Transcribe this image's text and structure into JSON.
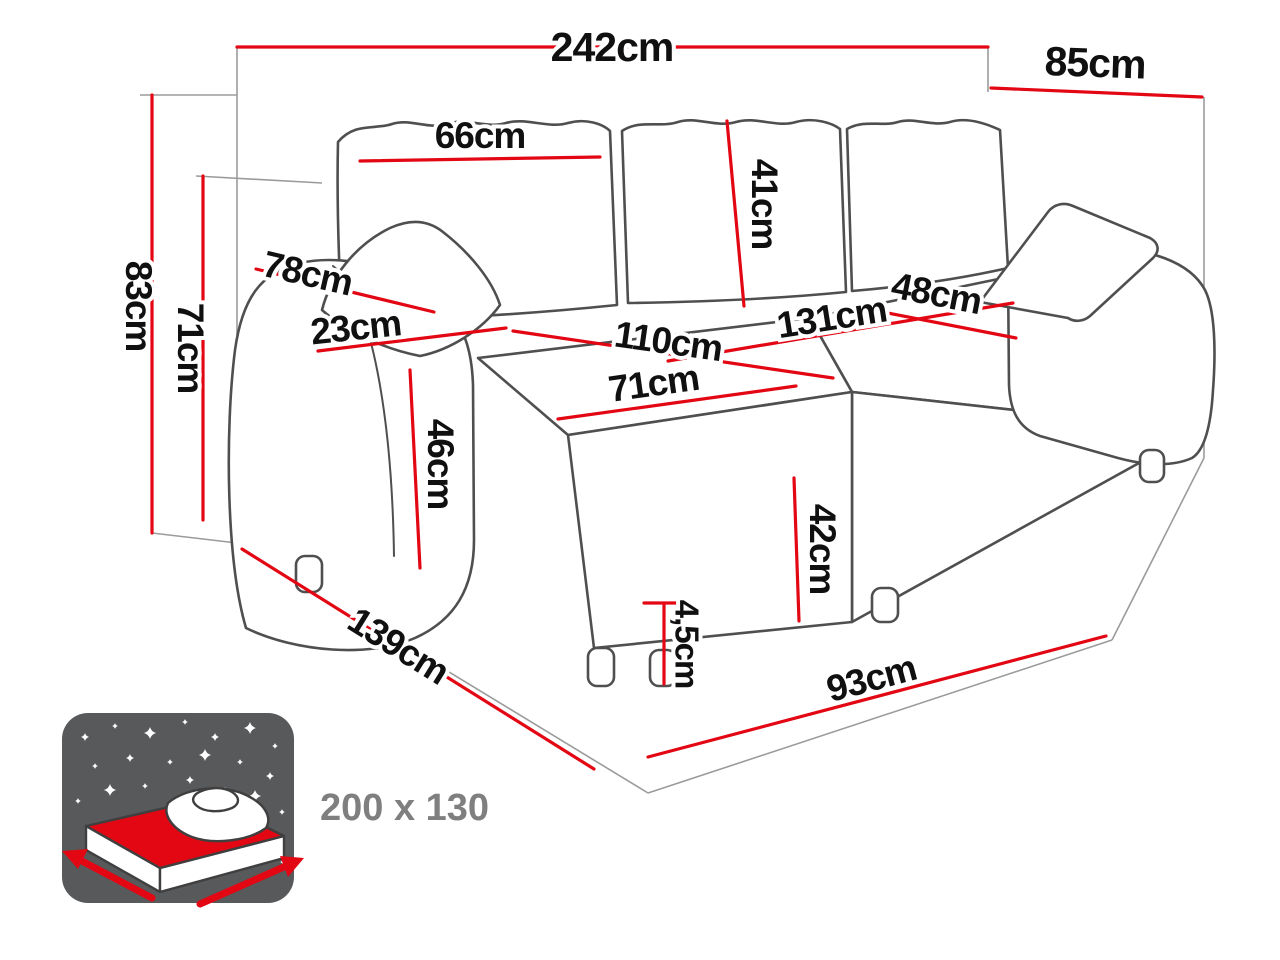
{
  "diagram": {
    "subject": "corner-sofa-bed-dimension-diagram",
    "colors": {
      "dimension_line": "#e30613",
      "sofa_outline": "#4f4f4f",
      "label_text": "#101010",
      "sleeping_label_text": "#7f7f7f",
      "icon_background": "#58595b"
    },
    "labels": {
      "total_width": "242cm",
      "total_depth": "85cm",
      "back_cushion_width": "66cm",
      "back_cushion_height": "41cm",
      "armrest_depth": "78cm",
      "armrest_width": "23cm",
      "total_height": "83cm",
      "backrest_height": "71cm",
      "armrest_height": "46cm",
      "chaise_length": "110cm",
      "seat_width": "131cm",
      "seat_depth": "48cm",
      "chaise_seat_width": "71cm",
      "seat_height": "42cm",
      "leg_height": "4,5cm",
      "chaise_floor_depth": "139cm",
      "floor_width": "93cm"
    },
    "sleeping_area": {
      "icon": "sofa-bed-night-sleeping-icon",
      "label": "200 x 130"
    }
  }
}
